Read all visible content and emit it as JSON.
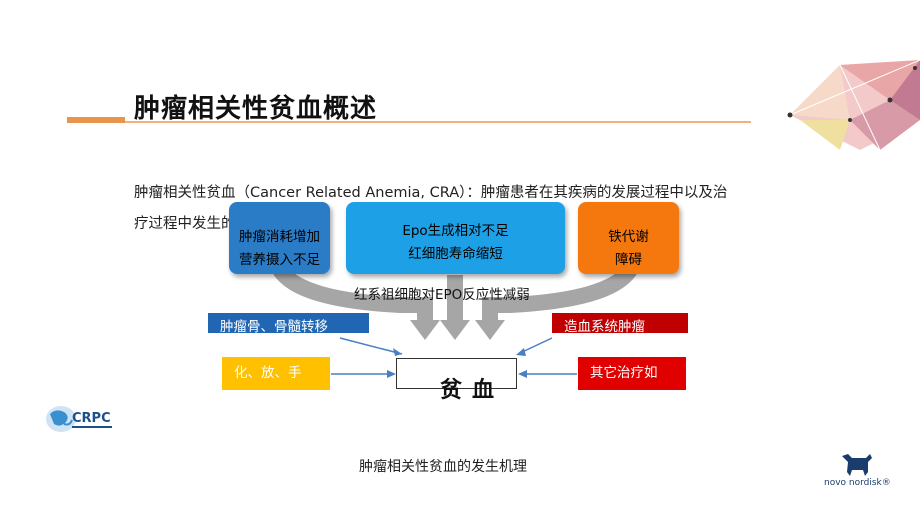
{
  "title": "肿瘤相关性贫血概述",
  "description": "肿瘤相关性贫血（Cancer Related Anemia, CRA）：肿瘤患者在其疾病的发展过程中以及治疗过程中发生的贫血。",
  "diagram": {
    "box_nutrition": {
      "line1": "肿瘤消耗增加",
      "line2": "营养摄入不足"
    },
    "box_epo": {
      "line1": "Epo生成相对不足",
      "line2": "红细胞寿命缩短"
    },
    "box_iron": {
      "line1": "铁代谢",
      "line2": "障碍"
    },
    "middle_label": "红系祖细胞对EPO反应性减弱",
    "left_top": "肿瘤骨、骨髓转移",
    "left_bottom": "化、放、手",
    "right_top": "造血系统肿瘤",
    "right_bottom": "其它治疗如",
    "center": "贫血"
  },
  "caption": "肿瘤相关性贫血的发生机理",
  "logos": {
    "left": "CRPC",
    "right": "novo nordisk®"
  },
  "colors": {
    "accent_orange": "#e8944a",
    "blue_dark": "#2b7cc7",
    "blue_light": "#1ea0e6",
    "orange": "#f5780f",
    "yellow": "#ffc000",
    "red": "#c00000"
  }
}
